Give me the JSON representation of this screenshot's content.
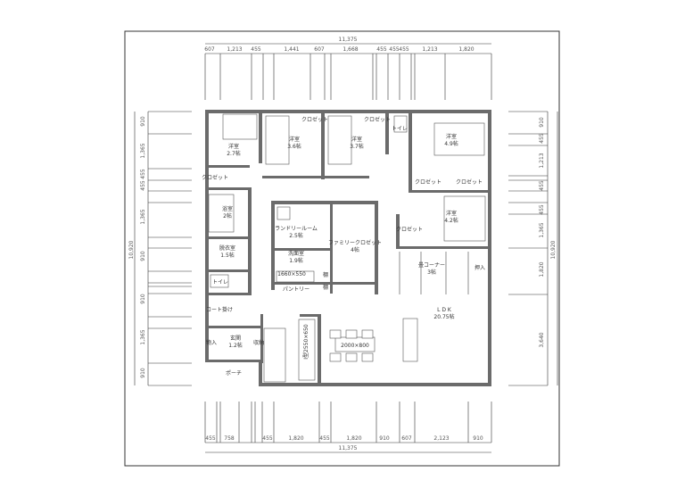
{
  "dimensions": {
    "top_total": "11,375",
    "top": [
      "607",
      "1,213",
      "455",
      "1,441",
      "607",
      "1,668",
      "455",
      "455",
      "455",
      "1,213",
      "1,820"
    ],
    "bottom_total": "11,375",
    "bottom": [
      "455",
      "758",
      "455",
      "1,820",
      "455",
      "1,820",
      "910",
      "607",
      "2,123",
      "910"
    ],
    "left_total": "10,920",
    "left": [
      "910",
      "1,365",
      "455",
      "455",
      "1,365",
      "910",
      "910",
      "1,365",
      "910"
    ],
    "right_total": "10,920",
    "right": [
      "910",
      "455",
      "1,213",
      "455",
      "455",
      "1,365",
      "1,820",
      "3,640"
    ]
  },
  "rooms": [
    {
      "name": "洋室",
      "area": "2.7帖"
    },
    {
      "name": "洋室",
      "area": "3.6帖"
    },
    {
      "name": "洋室",
      "area": "3.7帖"
    },
    {
      "name": "洋室",
      "area": "4.9帖"
    },
    {
      "name": "浴室",
      "area": "2帖"
    },
    {
      "name": "脱衣室",
      "area": "1.5帖"
    },
    {
      "name": "ランドリールーム",
      "area": "2.5帖"
    },
    {
      "name": "ファミリークロゼット",
      "area": "4帖"
    },
    {
      "name": "洗面室",
      "area": "1.9帖"
    },
    {
      "name": "洋室",
      "area": "4.2帖"
    },
    {
      "name": "畳コーナー",
      "area": "3帖"
    },
    {
      "name": "L D K",
      "area": "20.75帖"
    },
    {
      "name": "玄関",
      "area": "1.2帖"
    }
  ],
  "labels": [
    "クロゼット",
    "クロゼット",
    "トイレ",
    "クロゼット",
    "クロゼット",
    "クロゼット",
    "トイレ",
    "1660×550",
    "棚",
    "棚",
    "パントリー",
    "クロゼット",
    "押入",
    "コート掛け",
    "物入",
    "収納",
    "ポーチ",
    "I型2550×650",
    "2000×800"
  ]
}
